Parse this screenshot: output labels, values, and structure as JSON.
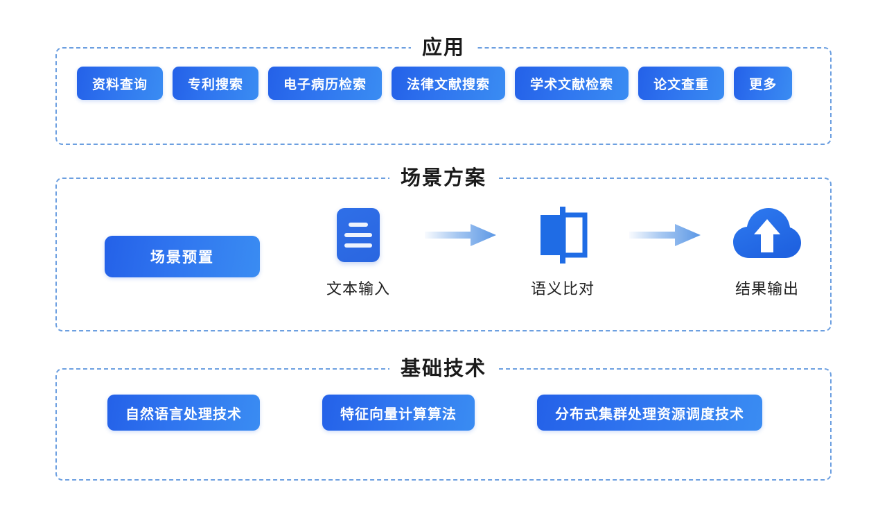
{
  "diagram": {
    "background_color": "#ffffff",
    "accent_color": "#2f74ef",
    "border_color": "#6c9fe0",
    "sections": [
      {
        "id": "application",
        "title": "应用",
        "items": [
          "资料查询",
          "专利搜索",
          "电子病历检索",
          "法律文献搜索",
          "学术文献检索",
          "论文查重",
          "更多"
        ]
      },
      {
        "id": "scenario",
        "title": "场景方案",
        "preset_button": "场景预置",
        "flow": [
          {
            "label": "文本输入",
            "icon": "document-lines-icon"
          },
          {
            "label": "语义比对",
            "icon": "zhong-character-icon"
          },
          {
            "label": "结果输出",
            "icon": "cloud-upload-icon"
          }
        ],
        "arrows": [
          {
            "name": "flow-arrow-1",
            "icon": "arrow-right-icon"
          },
          {
            "name": "flow-arrow-2",
            "icon": "arrow-right-icon"
          }
        ]
      },
      {
        "id": "foundation",
        "title": "基础技术",
        "items": [
          "自然语言处理技术",
          "特征向量计算算法",
          "分布式集群处理资源调度技术"
        ]
      }
    ]
  }
}
